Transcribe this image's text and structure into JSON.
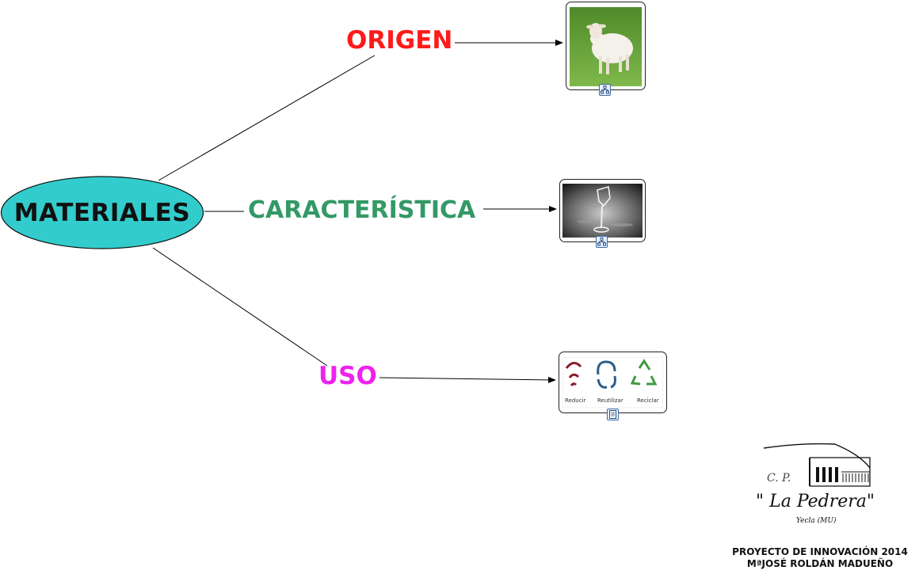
{
  "center": {
    "label": "MATERIALES",
    "fill": "#33cccc"
  },
  "branches": {
    "origen": {
      "label": "ORIGEN",
      "color": "#ff1a1a"
    },
    "caracteristica": {
      "label": "CARACTERÍSTICA",
      "color": "#339966"
    },
    "uso": {
      "label": "USO",
      "color": "#ee22ee"
    }
  },
  "resources": {
    "origen": {
      "subject": "sheep-photo",
      "badge_icon": "concept-map-link-icon"
    },
    "caracteristica": {
      "subject": "glass-photo",
      "badge_icon": "concept-map-link-icon"
    },
    "uso": {
      "subject": "reduce-reuse-recycle-graphic",
      "badge_icon": "document-link-icon",
      "captions": [
        "Reducir",
        "Reutilizar",
        "Reciclar"
      ],
      "colors": [
        "#8b1a2a",
        "#2c5f8a",
        "#3f9a45"
      ]
    }
  },
  "logo": {
    "line1": "C. P.",
    "name": "\" La Pedrera\"",
    "place": "Yecla (MU)"
  },
  "footer": {
    "line1": "PROYECTO DE INNOVACIÓN 2014",
    "line2": "MªJOSÉ ROLDÁN MADUEÑO"
  }
}
